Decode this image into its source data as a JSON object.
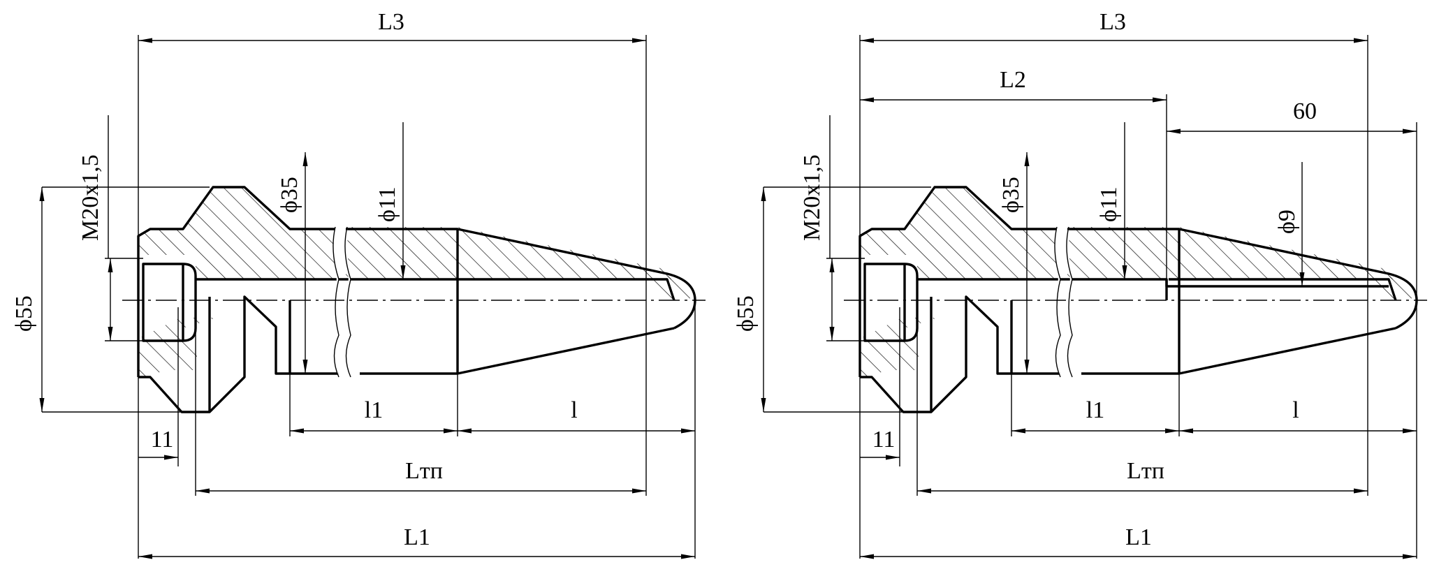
{
  "views": [
    {
      "id": "left",
      "labels": {
        "L3": "L3",
        "thread": "M20x1,5",
        "d35": "ϕ35",
        "d11": "ϕ11",
        "d55": "ϕ55",
        "l11": "11",
        "len_l1": "l1",
        "len_l": "l",
        "Ltp": "Lтп",
        "L1": "L1"
      }
    },
    {
      "id": "right",
      "labels": {
        "L3": "L3",
        "L2": "L2",
        "dim60": "60",
        "thread": "M20x1,5",
        "d35": "ϕ35",
        "d11": "ϕ11",
        "d9": "ϕ9",
        "d55": "ϕ55",
        "l11": "11",
        "len_l1": "l1",
        "len_l": "l",
        "Ltp": "Lтп",
        "L1": "L1"
      }
    }
  ]
}
